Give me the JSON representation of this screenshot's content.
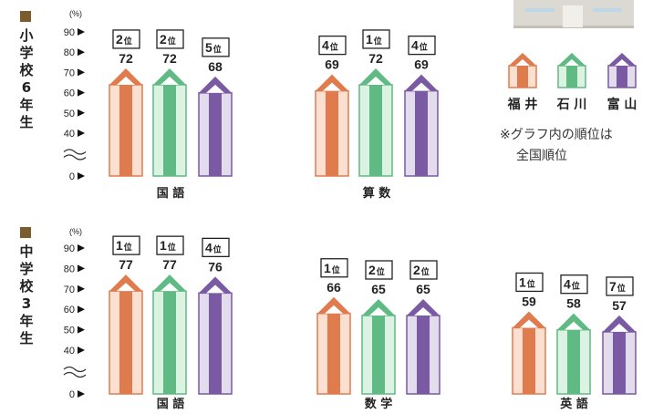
{
  "colors": {
    "fukui": "#e07b4e",
    "ishikawa": "#5fbb83",
    "toyama": "#7a5aa2",
    "fukui_light": "#fbe0d2",
    "ishikawa_light": "#dcf2e2",
    "toyama_light": "#e3dced",
    "marker": "#7a5c2e"
  },
  "unit_label": "(%)",
  "rank_suffix": "位",
  "legend": {
    "items": [
      {
        "key": "fukui",
        "label": "福 井"
      },
      {
        "key": "ishikawa",
        "label": "石 川"
      },
      {
        "key": "toyama",
        "label": "富 山"
      }
    ],
    "note_line1": "※グラフ内の順位は",
    "note_line2": "全国順位"
  },
  "chart_data": [
    {
      "type": "bar",
      "section_label": "小学校6年生",
      "y_ticks": [
        "90",
        "80",
        "70",
        "60",
        "50",
        "40",
        "0"
      ],
      "axis_break": true,
      "groups": [
        {
          "subject": "国 語",
          "values": [
            72,
            72,
            68
          ],
          "ranks": [
            "2",
            "2",
            "5"
          ]
        },
        {
          "subject": "算 数",
          "values": [
            69,
            72,
            69
          ],
          "ranks": [
            "4",
            "1",
            "4"
          ]
        }
      ]
    },
    {
      "type": "bar",
      "section_label": "中学校3年生",
      "y_ticks": [
        "90",
        "80",
        "70",
        "60",
        "50",
        "40",
        "0"
      ],
      "axis_break": true,
      "groups": [
        {
          "subject": "国 語",
          "values": [
            77,
            77,
            76
          ],
          "ranks": [
            "1",
            "1",
            "4"
          ]
        },
        {
          "subject": "数 学",
          "values": [
            66,
            65,
            65
          ],
          "ranks": [
            "1",
            "2",
            "2"
          ]
        },
        {
          "subject": "英 語",
          "values": [
            59,
            58,
            57
          ],
          "ranks": [
            "1",
            "4",
            "7"
          ]
        }
      ]
    }
  ]
}
